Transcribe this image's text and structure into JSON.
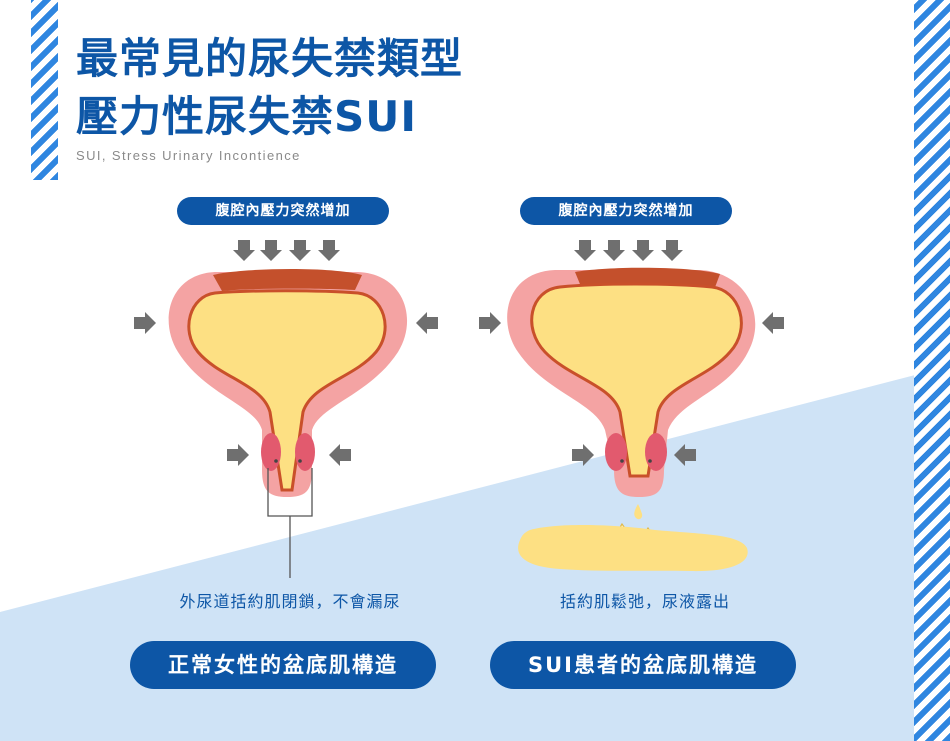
{
  "header": {
    "title_line1": "最常見的尿失禁類型",
    "title_line2": "壓力性尿失禁SUI",
    "subtitle": "SUI, Stress Urinary Incontience"
  },
  "left_panel": {
    "pressure_label": "腹腔內壓力突然增加",
    "caption": "外尿道括約肌閉鎖，不會漏尿",
    "footer_label": "正常女性的盆底肌構造"
  },
  "right_panel": {
    "pressure_label": "腹腔內壓力突然增加",
    "caption": "括約肌鬆弛，尿液露出",
    "footer_label": "SUI患者的盆底肌構造"
  },
  "colors": {
    "brand_blue": "#0d56a6",
    "stripe_blue": "#2f86e0",
    "bg_light_blue": "#cfe3f6",
    "bladder_outer_pink": "#f4a3a3",
    "bladder_inner_yellow": "#fde083",
    "bladder_outline": "#c9502a",
    "muscle_top": "#c4502c",
    "sphincter_red": "#e25a6e",
    "arrow_gray": "#6f6f6f",
    "urine_yellow": "#fde083"
  },
  "icons": {
    "pressure_arrow": "arrow-icon",
    "urine_drop": "drop-icon"
  }
}
